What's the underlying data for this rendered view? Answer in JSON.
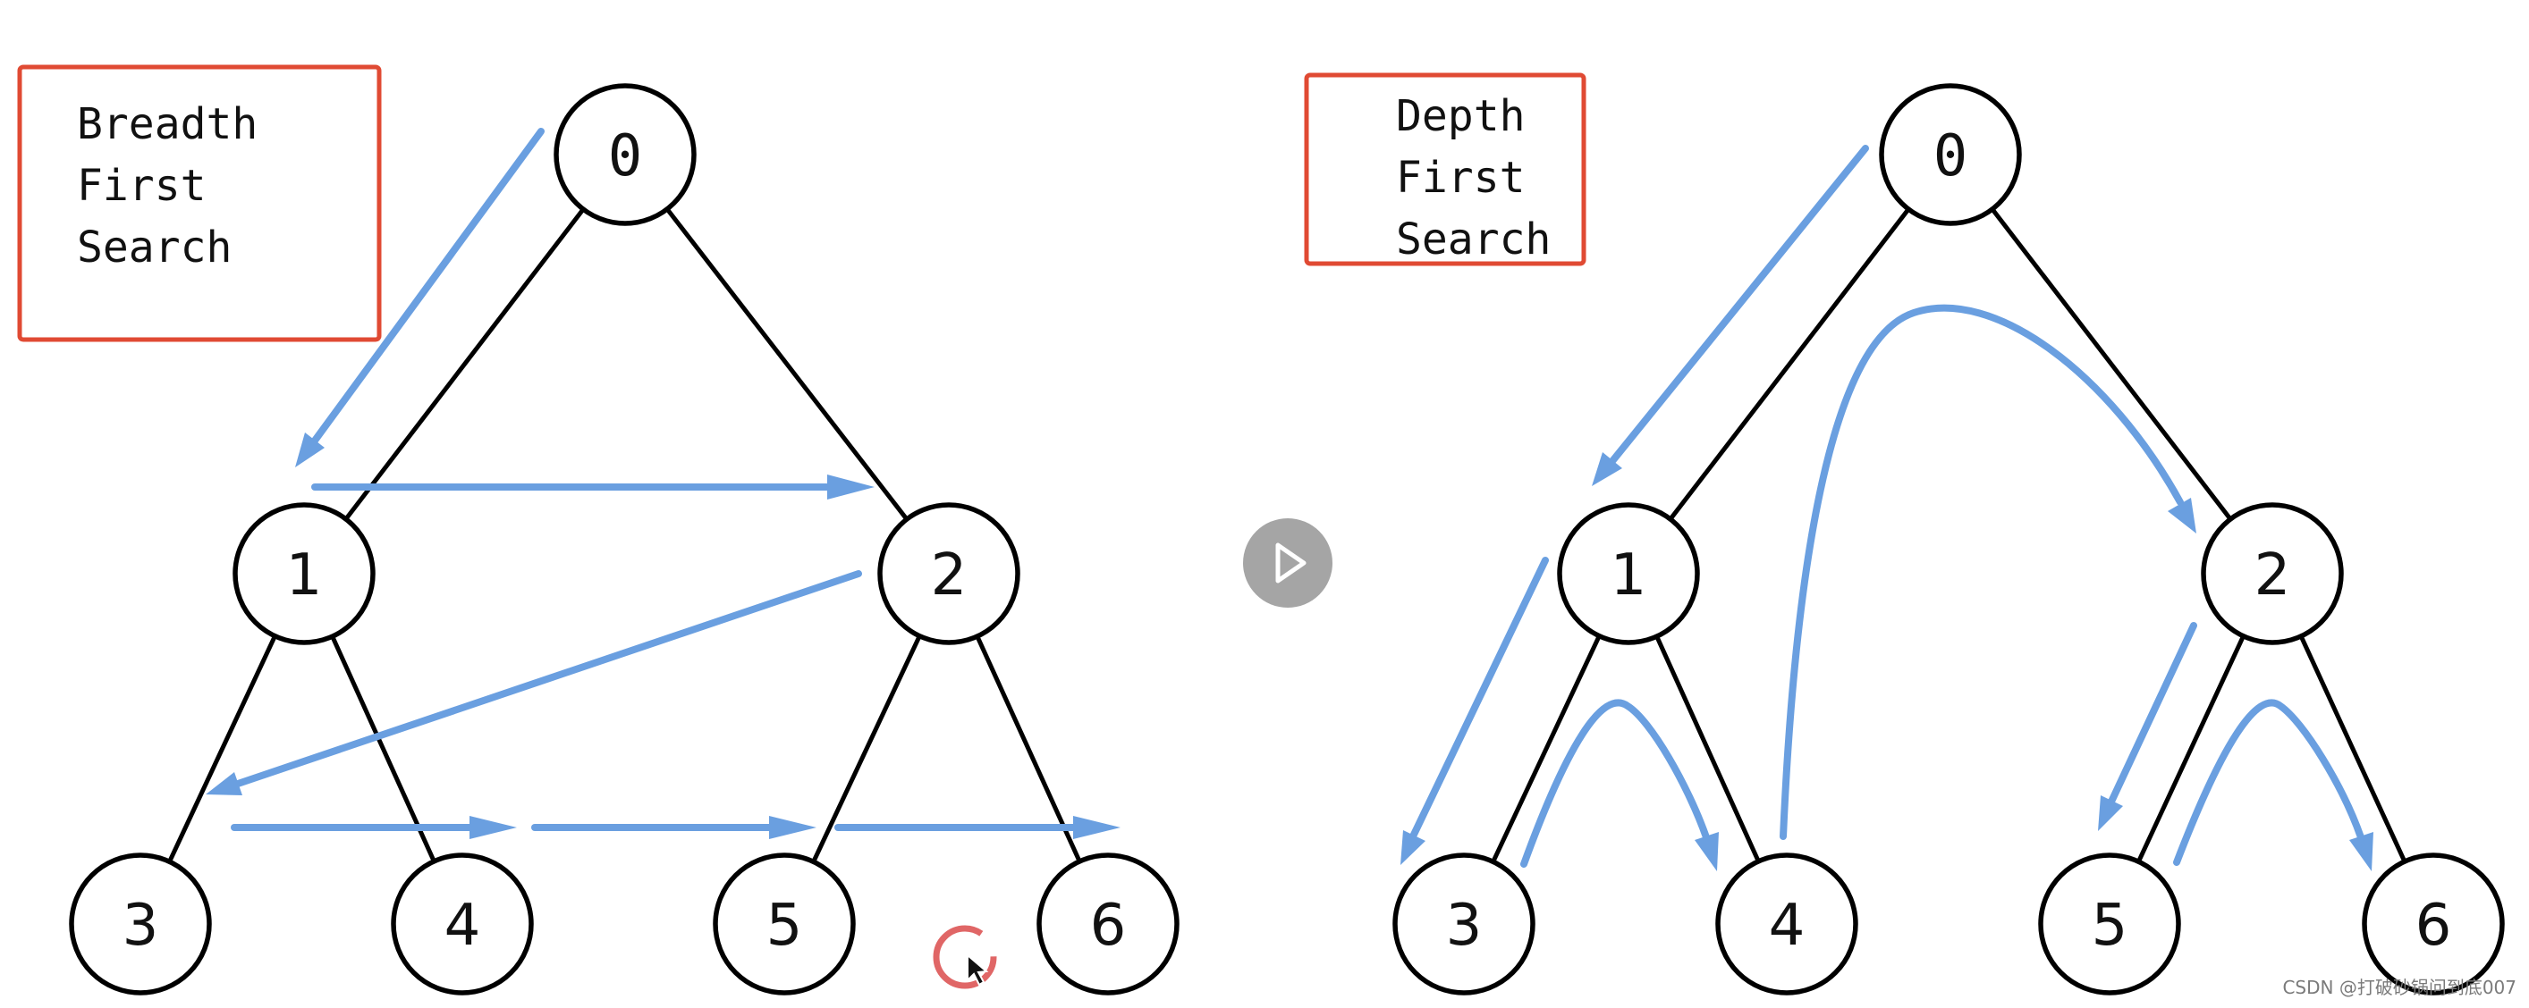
{
  "panels": [
    {
      "id": "bfs",
      "legend": [
        "Breadth",
        "First",
        "Search"
      ],
      "nodes": [
        "0",
        "1",
        "2",
        "3",
        "4",
        "5",
        "6"
      ]
    },
    {
      "id": "dfs",
      "legend": [
        "Depth",
        "First",
        "Search"
      ],
      "nodes": [
        "0",
        "1",
        "2",
        "3",
        "4",
        "5",
        "6"
      ]
    }
  ],
  "colors": {
    "arrow": "#6a9fe0",
    "legend_border": "#e04a33",
    "edge": "#000000",
    "play_button": "#a5a5a5"
  },
  "controls": {
    "play_icon": "play-icon",
    "cursor_icon": "loading-cursor-icon"
  },
  "watermark": "CSDN @打破砂锅问到底007"
}
